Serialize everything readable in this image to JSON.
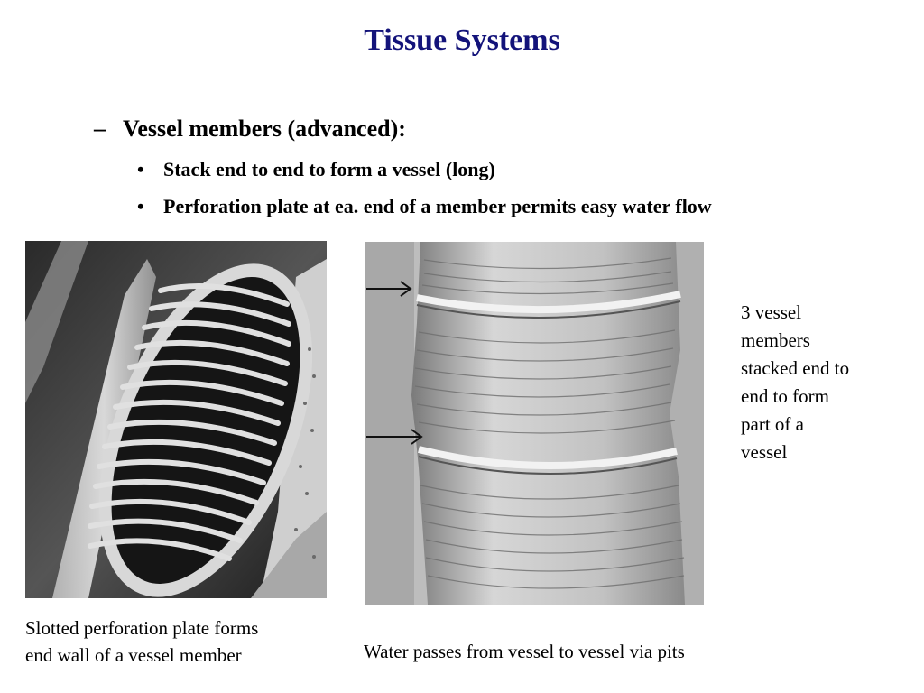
{
  "slide": {
    "title": "Tissue Systems",
    "sub_heading": {
      "marker": "–",
      "text": "Vessel members (advanced):"
    },
    "bullets": [
      {
        "marker": "•",
        "text": "Stack end to end to form a vessel (long)"
      },
      {
        "marker": "•",
        "text": "Perforation plate at ea. end of a member permits easy water flow"
      }
    ],
    "captions": {
      "left_photo": [
        "Slotted perforation plate forms",
        "end wall of a vessel member"
      ],
      "right_side": [
        "3 vessel",
        "members",
        "stacked end to",
        "end to form",
        "part of a",
        "vessel"
      ],
      "bottom": "Water passes from vessel to vessel via pits"
    },
    "colors": {
      "title": "#13137a",
      "text": "#000000",
      "background": "#ffffff"
    }
  }
}
